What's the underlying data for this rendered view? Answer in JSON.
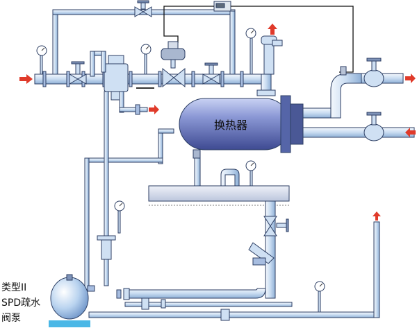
{
  "heat_exchanger": {
    "label": "换热器"
  },
  "pump": {
    "label_line1": "类型II",
    "label_line2": "SPD疏水",
    "label_line3": "阀泵"
  },
  "colors": {
    "pipe_fill": "#dbe9f7",
    "pipe_stroke": "#2c3e63",
    "vessel": "#6f7fc0",
    "arrow": "#e03a2a",
    "control_line": "#111111",
    "base": "#4ab7e6"
  },
  "icons": {
    "gauge": "pressure-gauge-icon",
    "valve": "gate-valve-icon",
    "arrow": "flow-arrow-icon"
  }
}
